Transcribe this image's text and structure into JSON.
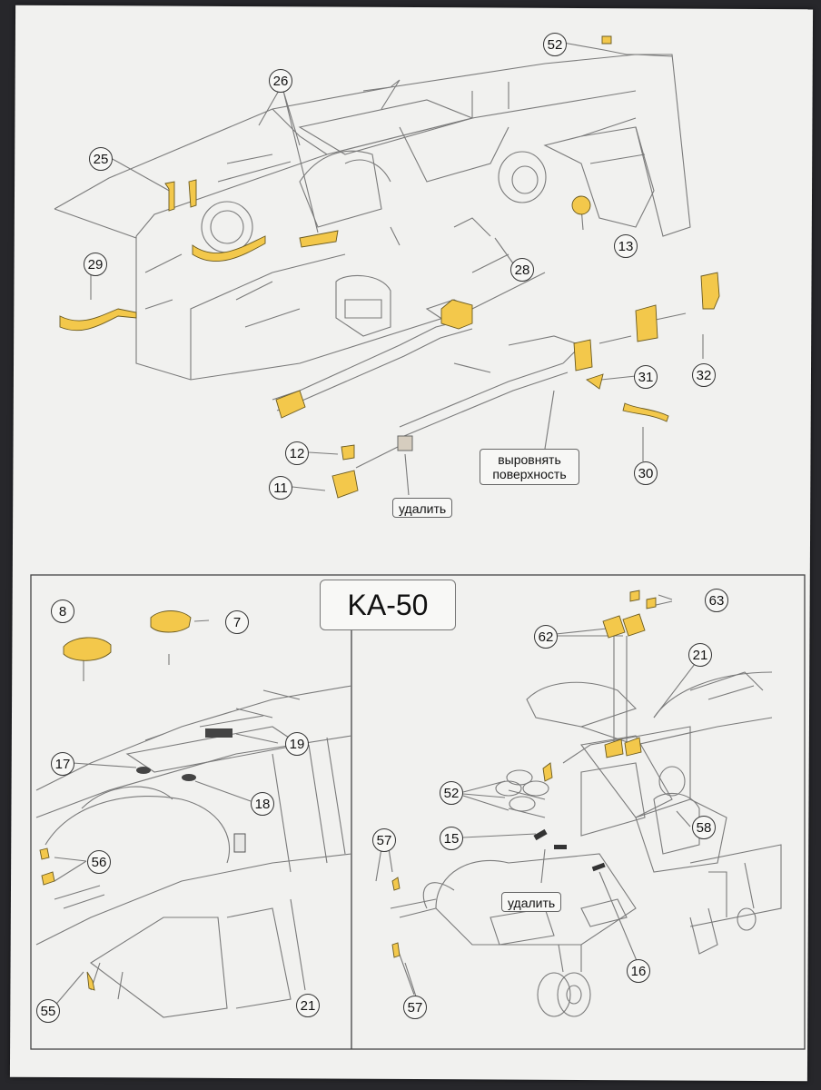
{
  "title": "KA-50",
  "notes": {
    "align_surface": "выровнять поверхность",
    "remove_top": "удалить",
    "remove_bottom": "удалить"
  },
  "callouts": [
    "52",
    "26",
    "25",
    "13",
    "29",
    "28",
    "32",
    "31",
    "30",
    "12",
    "11",
    "8",
    "7",
    "19",
    "17",
    "18",
    "56",
    "55",
    "21",
    "63",
    "62",
    "21",
    "52",
    "15",
    "57",
    "58",
    "16",
    "57"
  ],
  "colors": {
    "paper": "#f1f1ef",
    "part_yellow": "#f3c84b",
    "line": "#555555",
    "background": "#27272b"
  }
}
